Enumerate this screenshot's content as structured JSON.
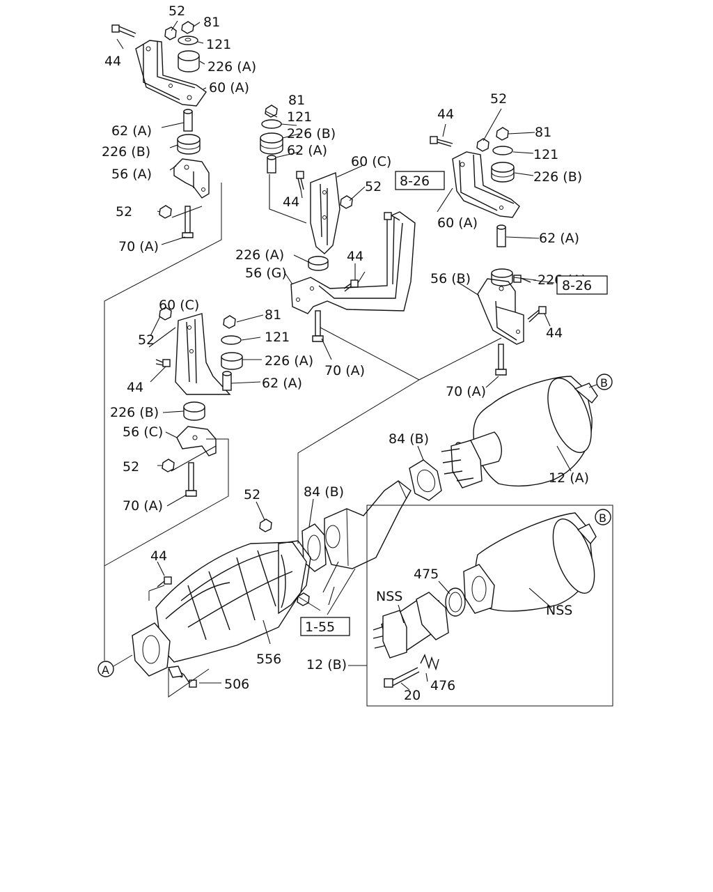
{
  "labels": {
    "l52_a": "52",
    "l81_a": "81",
    "l121_a": "121",
    "l226A_a": "226 (A)",
    "l60A_a": "60 (A)",
    "l44_a": "44",
    "l62A_a": "62 (A)",
    "l226B_a": "226 (B)",
    "l56A": "56 (A)",
    "l52_b": "52",
    "l70A_a": "70 (A)",
    "l81_b": "81",
    "l121_b": "121",
    "l226B_b": "226 (B)",
    "l62A_b": "62 (A)",
    "l60C_a": "60 (C)",
    "l44_b": "44",
    "l52_c": "52",
    "l226A_b": "226 (A)",
    "l56G": "56 (G)",
    "l44_c": "44",
    "l44_d": "44",
    "l52_d": "52",
    "l81_c": "81",
    "l121_c": "121",
    "l226B_c": "226 (B)",
    "l60A_b": "60 (A)",
    "l62A_c": "62 (A)",
    "l226A_c": "226 (A)",
    "l56B": "56 (B)",
    "l44_e": "44",
    "l70A_b": "70 (A)",
    "l60C_b": "60 (C)",
    "l52_e": "52",
    "l44_f": "44",
    "l81_d": "81",
    "l121_d": "121",
    "l226A_d": "226 (A)",
    "l62A_d": "62 (A)",
    "l70A_c": "70 (A)",
    "l226B_d": "226 (B)",
    "l56C": "56 (C)",
    "l52_f": "52",
    "l70A_d": "70 (A)",
    "l84B_a": "84 (B)",
    "l12A": "12 (A)",
    "l52_g": "52",
    "l84B_b": "84 (B)",
    "l44_g": "44",
    "l556": "556",
    "l506": "506",
    "l475": "475",
    "lNSS_a": "NSS",
    "lNSS_b": "NSS",
    "l12B": "12 (B)",
    "l20": "20",
    "l476": "476"
  },
  "refs": {
    "r826_a": "8-26",
    "r826_b": "8-26",
    "r155": "1-55"
  },
  "markers": {
    "mA": "A",
    "mB_a": "B",
    "mB_b": "B"
  }
}
